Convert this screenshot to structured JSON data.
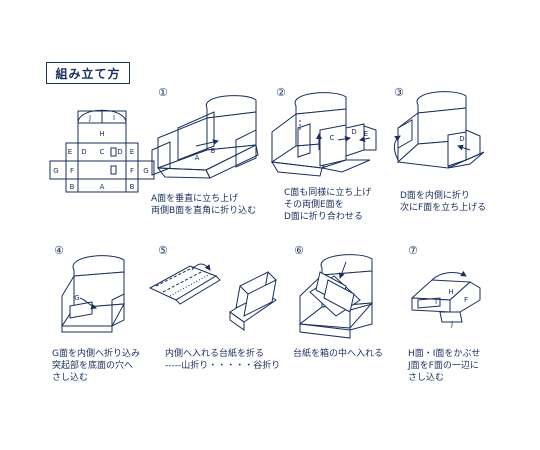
{
  "title": "組み立て方",
  "steps": [
    {
      "num": "①",
      "caption": [
        "A面を垂直に立ち上げ",
        "両側B面を直角に折り込む"
      ]
    },
    {
      "num": "②",
      "caption": [
        "C面も同様に立ち上げ",
        "その両側E面を",
        "D面に折り合わせる"
      ]
    },
    {
      "num": "③",
      "caption": [
        "D面を内側に折り",
        "次にF面を立ち上げる"
      ]
    },
    {
      "num": "④",
      "caption": [
        "G面を内側へ折り込み",
        "突起部を底面の穴へ",
        "さし込む"
      ]
    },
    {
      "num": "⑤",
      "caption": [
        "内側へ入れる台紙を折る",
        "-----山折り・・・・・谷折り"
      ]
    },
    {
      "num": "⑥",
      "caption": [
        "台紙を箱の中へ入れる"
      ]
    },
    {
      "num": "⑦",
      "caption": [
        "H面・I面をかぶせ",
        "J面をF面の一辺に",
        "さし込む"
      ]
    }
  ],
  "labels": {
    "net": [
      "J",
      "I",
      "H",
      "E",
      "D",
      "C",
      "D",
      "E",
      "G",
      "F",
      "F",
      "G",
      "B",
      "A",
      "B"
    ],
    "s1": [
      "A",
      "B"
    ],
    "s2": [
      "C",
      "D",
      "E"
    ],
    "s3": [
      "D"
    ],
    "s4": [
      "G"
    ],
    "s7": [
      "H",
      "I",
      "F",
      "J"
    ]
  },
  "colors": {
    "line": "#1a2f5c",
    "text": "#1a2f5c"
  }
}
